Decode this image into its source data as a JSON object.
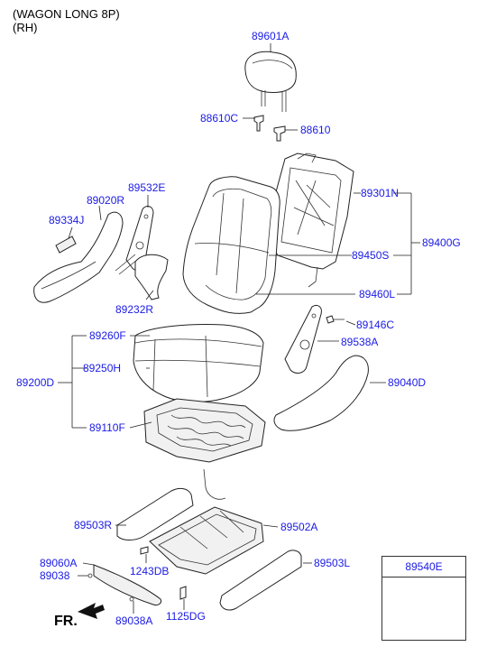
{
  "header": {
    "line1": "(WAGON LONG 8P)",
    "line2": "(RH)"
  },
  "labels": {
    "p89601A": "89601A",
    "p88610C": "88610C",
    "p88610": "88610",
    "p89532E": "89532E",
    "p89301N": "89301N",
    "p89020R": "89020R",
    "p89334J": "89334J",
    "p89400G": "89400G",
    "p89450S": "89450S",
    "p89232R": "89232R",
    "p89460L": "89460L",
    "p89146C": "89146C",
    "p89260F": "89260F",
    "p89538A": "89538A",
    "p89250H": "89250H",
    "p89200D": "89200D",
    "p89040D": "89040D",
    "p89110F": "89110F",
    "p89503R": "89503R",
    "p89502A": "89502A",
    "p89060A": "89060A",
    "p1243DB": "1243DB",
    "p89503L": "89503L",
    "p89038": "89038",
    "p1125DG": "1125DG",
    "p89038A": "89038A",
    "fr": "FR.",
    "p89540E": "89540E"
  },
  "colors": {
    "label": "#1a1ae6",
    "line": "#222222"
  }
}
